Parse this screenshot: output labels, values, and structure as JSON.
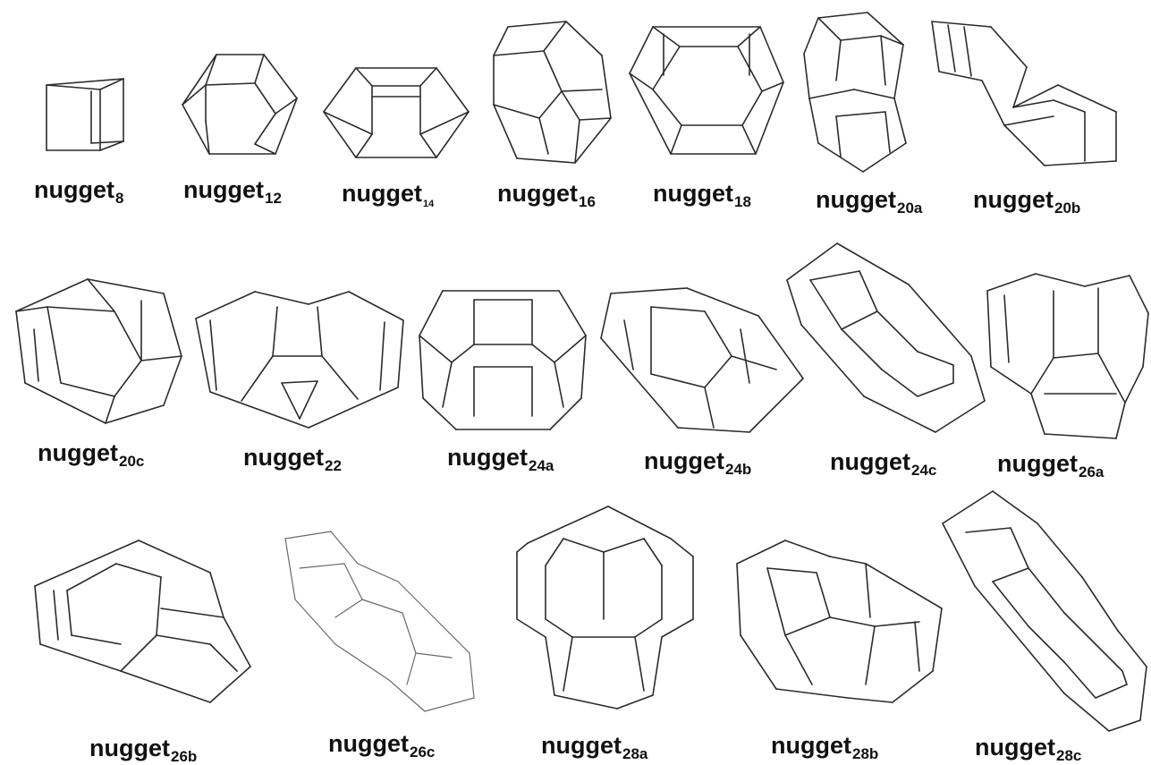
{
  "figure": {
    "items": [
      {
        "id": "8",
        "label": "nugget",
        "subscript": "8"
      },
      {
        "id": "12",
        "label": "nugget",
        "subscript": "12"
      },
      {
        "id": "14",
        "label": "nugget",
        "subscript": "14"
      },
      {
        "id": "16",
        "label": "nugget",
        "subscript": "16"
      },
      {
        "id": "18",
        "label": "nugget",
        "subscript": "18"
      },
      {
        "id": "20a",
        "label": "nugget",
        "subscript": "20a"
      },
      {
        "id": "20b",
        "label": "nugget",
        "subscript": "20b"
      },
      {
        "id": "20c",
        "label": "nugget",
        "subscript": "20c"
      },
      {
        "id": "22",
        "label": "nugget",
        "subscript": "22"
      },
      {
        "id": "24a",
        "label": "nugget",
        "subscript": "24a"
      },
      {
        "id": "24b",
        "label": "nugget",
        "subscript": "24b"
      },
      {
        "id": "24c",
        "label": "nugget",
        "subscript": "24c"
      },
      {
        "id": "26a",
        "label": "nugget",
        "subscript": "26a"
      },
      {
        "id": "26b",
        "label": "nugget",
        "subscript": "26b"
      },
      {
        "id": "26c",
        "label": "nugget",
        "subscript": "26c"
      },
      {
        "id": "28a",
        "label": "nugget",
        "subscript": "28a"
      },
      {
        "id": "28b",
        "label": "nugget",
        "subscript": "28b"
      },
      {
        "id": "28c",
        "label": "nugget",
        "subscript": "28c"
      }
    ]
  }
}
